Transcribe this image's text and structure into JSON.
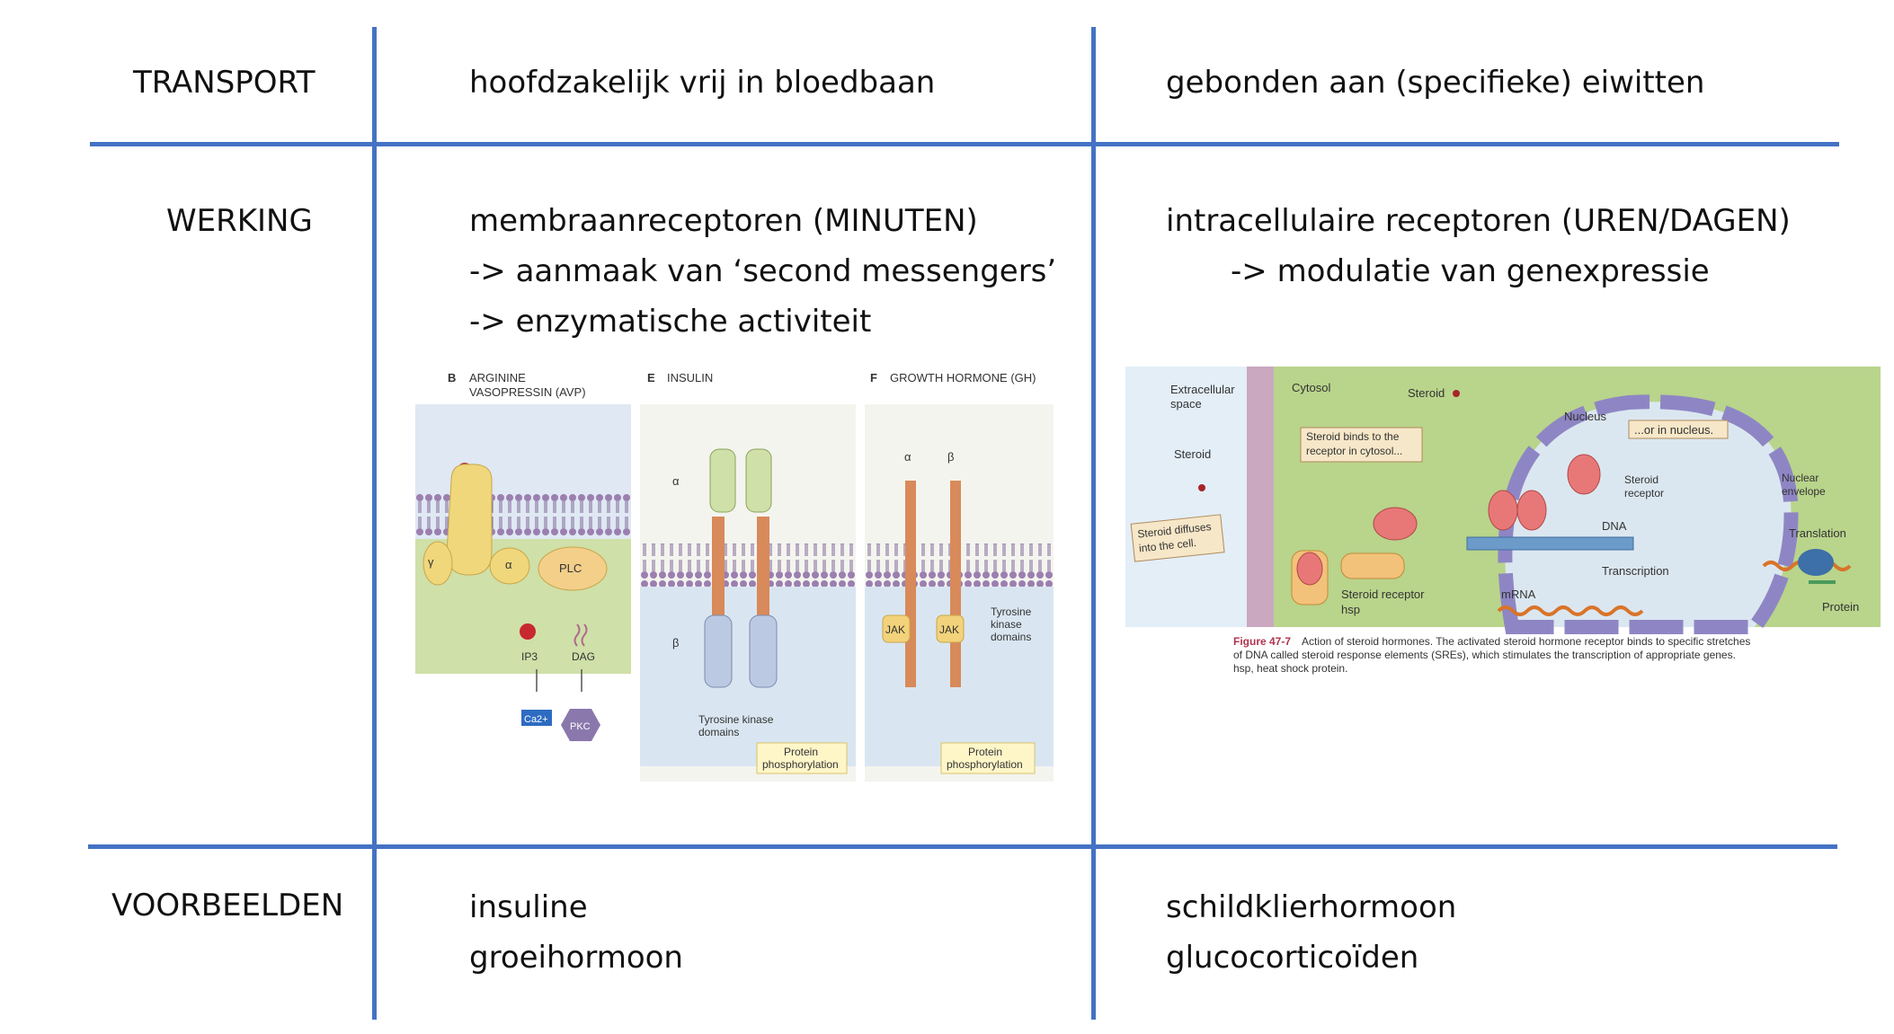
{
  "rows": {
    "transport": {
      "label": "TRANSPORT",
      "left": "hoofdzakelijk vrij in bloedbaan",
      "right": "gebonden aan (specifieke) eiwitten"
    },
    "werking": {
      "label": "WERKING",
      "left": [
        "membraanreceptoren (MINUTEN)",
        "-> aanmaak van ‘second messengers’",
        "-> enzymatische activiteit"
      ],
      "right": [
        "intracellulaire receptoren (UREN/DAGEN)",
        "-> modulatie van genexpressie"
      ]
    },
    "voorbeelden": {
      "label": "VOORBEELDEN",
      "left": [
        "insuline",
        "groeihormoon"
      ],
      "right": [
        "schildklierhormoon",
        "glucocorticoïden"
      ]
    }
  },
  "figure_membrane": {
    "panel_b": "B  ARGININE VASOPRESSIN (AVP)",
    "panel_b_line1": "ARGININE",
    "panel_b_line2": "VASOPRESSIN (AVP)",
    "panel_e": "INSULIN",
    "panel_f": "GROWTH HORMONE (GH)",
    "plc": "PLC",
    "ip3": "IP3",
    "dag": "DAG",
    "ca": "Ca2+",
    "pkc": "PKC",
    "jak": "JAK",
    "tk_domains_e": "Tyrosine kinase domains",
    "tk_domains_f": "Tyrosine kinase domains",
    "protein_phos": "Protein phosphorylation",
    "alpha": "α",
    "beta": "β",
    "gamma": "γ"
  },
  "figure_steroid": {
    "extracellular": "Extracellular space",
    "cytosol": "Cytosol",
    "steroid": "Steroid",
    "nucleus": "Nucleus",
    "or_in_nucleus": "...or in nucleus.",
    "binds_cytosol": "Steroid binds to the receptor in cytosol...",
    "diffuses": "Steroid diffuses into the cell.",
    "steroid_receptor": "Steroid receptor",
    "steroid_receptor_nuc": "Steroid receptor",
    "hsp": "hsp",
    "dna": "DNA",
    "transcription": "Transcription",
    "mrna": "mRNA",
    "nuclear_envelope": "Nuclear envelope",
    "translation": "Translation",
    "protein": "Protein",
    "caption_title": "Figure 47-7",
    "caption": "Action of steroid hormones. The activated steroid hormone receptor binds to specific stretches of DNA called steroid response elements (SREs), which stimulates the transcription of appropriate genes. hsp, heat shock protein."
  },
  "colors": {
    "grid_line": "#4472c4",
    "membrane": "#9b7fb0",
    "nucleus": "#8e86c4",
    "cytosol": "#b9d48b"
  }
}
